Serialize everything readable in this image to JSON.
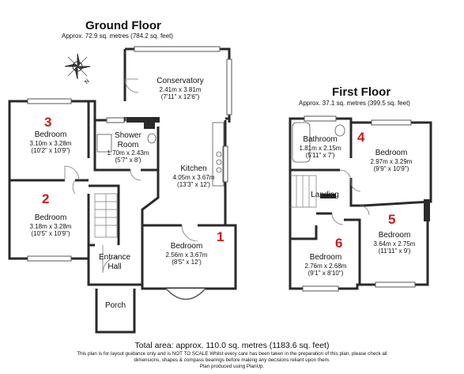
{
  "ground_floor": {
    "title": "Ground Floor",
    "area": "Approx. 72.9 sq. metres (784.2 sq. feet)",
    "rooms": {
      "conservatory": {
        "name": "Conservatory",
        "dim1": "2.41m x 3.81m",
        "dim2": "(7'11\" x 12'6\")"
      },
      "bedroom3": {
        "number": "3",
        "name": "Bedroom",
        "dim1": "3.10m x 3.28m",
        "dim2": "(10'2\" x 10'9\")"
      },
      "shower": {
        "name1": "Shower",
        "name2": "Room",
        "dim1": "1.70m x 2.43m",
        "dim2": "(5'7\" x 8')"
      },
      "kitchen": {
        "name": "Kitchen",
        "dim1": "4.05m x 3.67m",
        "dim2": "(13'3\" x 12')"
      },
      "bedroom2": {
        "number": "2",
        "name": "Bedroom",
        "dim1": "3.18m x 3.28m",
        "dim2": "(10'5\" x 10'9\")"
      },
      "bedroom1": {
        "number": "1",
        "name": "Bedroom",
        "dim1": "2.56m x 3.67m",
        "dim2": "(8'5\" x 12')"
      },
      "entrance": {
        "name1": "Entrance",
        "name2": "Hall"
      },
      "porch": {
        "name": "Porch"
      }
    }
  },
  "first_floor": {
    "title": "First Floor",
    "area": "Approx. 37.1 sq. metres (399.5 sq. feet)",
    "rooms": {
      "bathroom": {
        "name": "Bathroom",
        "dim1": "1.81m x 2.15m",
        "dim2": "(5'11\" x 7')"
      },
      "bedroom4": {
        "number": "4",
        "name": "Bedroom",
        "dim1": "2.97m x 3.29m",
        "dim2": "(9'9\" x 10'9\")"
      },
      "landing": {
        "name": "Landing"
      },
      "bedroom5": {
        "number": "5",
        "name": "Bedroom",
        "dim1": "3.64m x 2.75m",
        "dim2": "(11'11\" x 9')"
      },
      "bedroom6": {
        "number": "6",
        "name": "Bedroom",
        "dim1": "2.76m x 2.68m",
        "dim2": "(9'1\" x 8'10\")"
      }
    }
  },
  "compass_label": "N",
  "total": "Total area: approx. 110.0 sq. metres (1183.6 sq. feet)",
  "disclaimer": {
    "line1": "This plan is for layout guidance only and is NOT TO SCALE Whilst every care has been taken in the preparation of this plan, please check all",
    "line2": "dimensions, shapes & compass bearings before making any decisions reliant upon them.",
    "line3": "Plan produced using PlanUp."
  },
  "colors": {
    "wall": "#2a2a2a",
    "number": "#d01818",
    "fixture": "#555555"
  }
}
